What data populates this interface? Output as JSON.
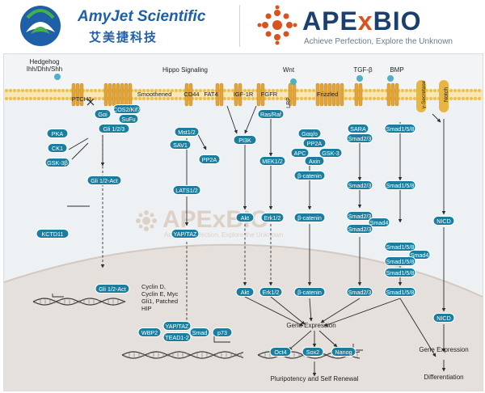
{
  "header": {
    "amyjet_name": "AmyJet Scientific",
    "amyjet_cn": "艾美捷科技",
    "apex_name_a": "APE",
    "apex_name_x": "x",
    "apex_name_b": "BIO",
    "apex_tagline": "Achieve Perfection, Explore the Unknown"
  },
  "colors": {
    "node": "#1c7d9e",
    "membrane": "#f0c04a",
    "nucleus": "#e6e0dc",
    "arrow": "#2b2b2b",
    "watermark": "#c9a98e"
  },
  "watermark": {
    "brand": "APExBIO",
    "tagline": "Achieve Perfection, Explore the Unknown"
  },
  "receptors": {
    "hedgehog": "Hedgehog",
    "hedgehog_ligands": "Ihh/Dhh/Shh",
    "ptch1": "PTCH1",
    "smoothened": "Smoothened",
    "hippo": "Hippo Signaling",
    "cd44": "CD44",
    "fat4": "FAT4",
    "igf1r": "IGF-1R",
    "fgfr": "FGFR",
    "wnt": "Wnt",
    "lrp": "LRP",
    "frizzled": "Frizzled",
    "tgfb": "TGF-β",
    "bmp": "BMP",
    "gsecretase": "γ-Secretase",
    "notch": "Notch"
  },
  "nodes": {
    "gai": "Gαi",
    "cos2": "COS2/Kif7",
    "sufu": "SuFu",
    "gli123": "Gli 1/2/3",
    "pka": "PKA",
    "ck1": "CK1",
    "gsk3b": "GSK-3β",
    "gli12act": "Gli 1/2-Act",
    "kctd11": "KCTD11",
    "gli12act_n": "Gli 1/2-Act",
    "mst12": "Mst1/2",
    "sav1": "SAV1",
    "pp2a_h": "PP2A",
    "lats12": "LATS1/2",
    "yaptaz": "YAP/TAZ",
    "pi3k": "PI3K",
    "akt": "Akt",
    "akt_n": "Akt",
    "rasraf": "Ras/Raf",
    "mek12": "MEK1/2",
    "erk12": "Erk1/2",
    "erk12_n": "Erk1/2",
    "gaq": "Gαq/o",
    "pp2a_w": "PP2A",
    "apc": "APC",
    "gsk3": "GSK-3",
    "axin": "Axin",
    "bcat1": "β-catenin",
    "bcat2": "β-catenin",
    "bcat3": "β-catenin",
    "sara": "SARA",
    "smad23a": "Smad2/3",
    "smad23b": "Smad2/3",
    "smad23c": "Smad2/3",
    "smad23d": "Smad2/3",
    "smad23n": "Smad2/3",
    "smad4a": "Smad4",
    "smad4b": "Smad4",
    "smad158a": "Smad1/5/8",
    "smad158b": "Smad1/5/8",
    "smad158c": "Smad1/5/8",
    "smad158d": "Smad1/5/8",
    "smad158e": "Smad1/5/8",
    "smad158n": "Smad1/5/8",
    "nicd": "NICD",
    "nicd_n": "NICD",
    "wbp2": "WBP2",
    "yaptaz_n": "YAP/TAZ",
    "tead12": "TEAD1-2",
    "smad_n": "Smad",
    "p73": "p73",
    "oct4": "Oct4",
    "sox2": "Sox2",
    "nanog": "Nanog"
  },
  "labels": {
    "gli_targets": [
      "Cyclin D,",
      "Cyclin E, Myc",
      "Gli1, Patched",
      "HIP"
    ],
    "gene_expression_1": "Gene Expression",
    "gene_expression_2": "Gene Expression",
    "pluripotency": "Pluripotency and Self Renewal",
    "differentiation": "Differentiation"
  }
}
